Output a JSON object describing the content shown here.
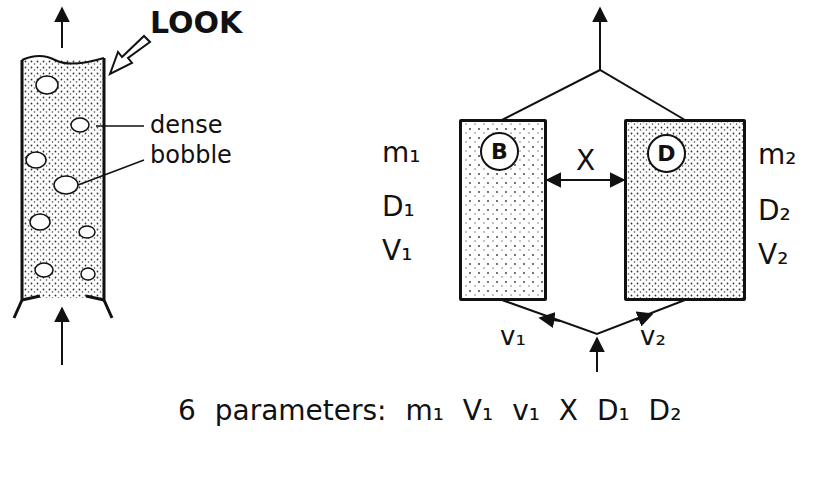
{
  "diagram": {
    "nodes": [
      {
        "text": [
          "B"
        ]
      },
      {
        "text": [
          "D"
        ]
      }
    ],
    "edges": [
      {
        "from": 0,
        "to": 1,
        "arrow": "both",
        "label": "X"
      }
    ],
    "labels": [
      "LOOK",
      "dense",
      "bobble",
      "m₁",
      "D₁",
      "V₁",
      "m₂",
      "D₂",
      "V₂",
      "v₁",
      "v₂",
      "6 parameters: m₁ V₁ v₁ X D₁ D₂"
    ]
  }
}
